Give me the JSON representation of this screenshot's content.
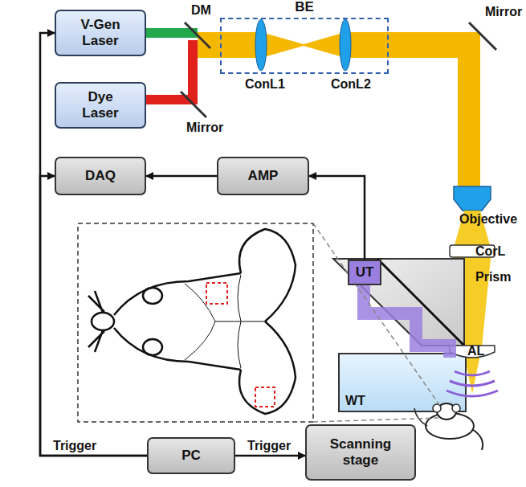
{
  "diagram": {
    "nodes": [
      {
        "text": [
          "V-Gen Laser"
        ]
      },
      {
        "text": [
          "BE"
        ]
      },
      {
        "text": [
          "Dye Laser"
        ]
      },
      {
        "text": [
          "DAQ"
        ]
      },
      {
        "text": [
          "AMP"
        ]
      },
      {
        "text": [
          "UT"
        ]
      },
      {
        "text": [
          "PC"
        ]
      },
      {
        "text": [
          "Scanning stage"
        ]
      }
    ],
    "edges": [
      {
        "from": 6,
        "to": 0,
        "arrow": "to",
        "label": "Trigger"
      },
      {
        "from": 6,
        "to": 3,
        "arrow": "to"
      },
      {
        "from": 4,
        "to": 3,
        "arrow": "to"
      },
      {
        "from": 5,
        "to": 4,
        "arrow": "to"
      },
      {
        "from": 6,
        "to": 7,
        "arrow": "to",
        "label": "Trigger"
      }
    ],
    "labels": [
      "DM",
      "Mirror",
      "ConL1",
      "ConL2",
      "Mirror",
      "Objective",
      "CorL",
      "Prism",
      "AL",
      "WT"
    ]
  }
}
